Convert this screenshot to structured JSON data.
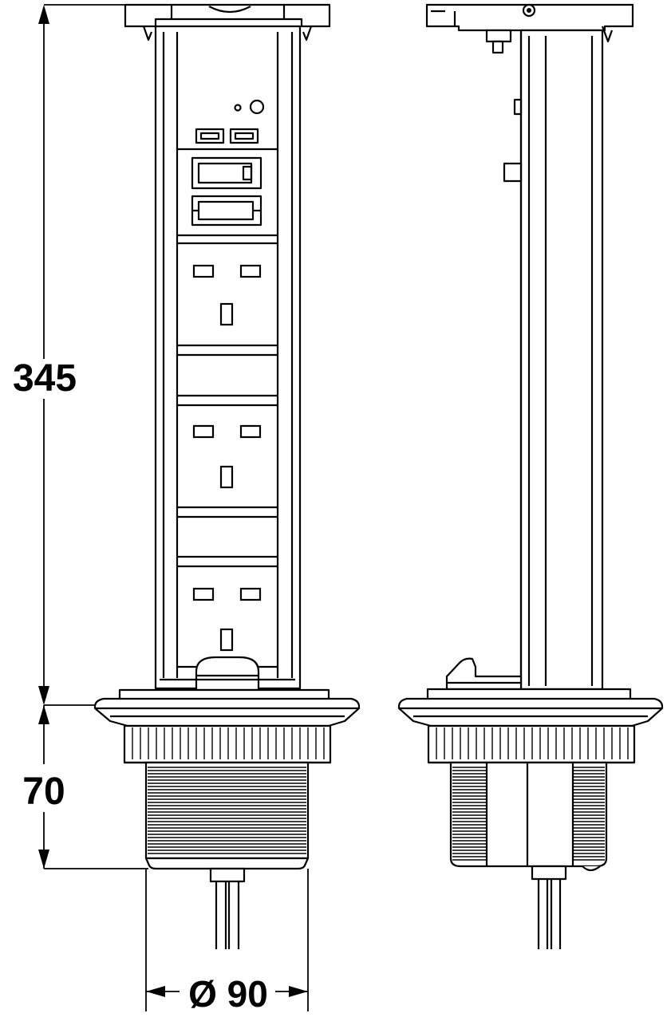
{
  "dimensions": {
    "height_label": "345",
    "depth_label": "70",
    "diameter_label": "Ø 90"
  },
  "views": [
    "front-view",
    "side-view"
  ],
  "front_view": {
    "usb_ports": 2,
    "data_ports": 2,
    "uk_sockets": 3
  }
}
